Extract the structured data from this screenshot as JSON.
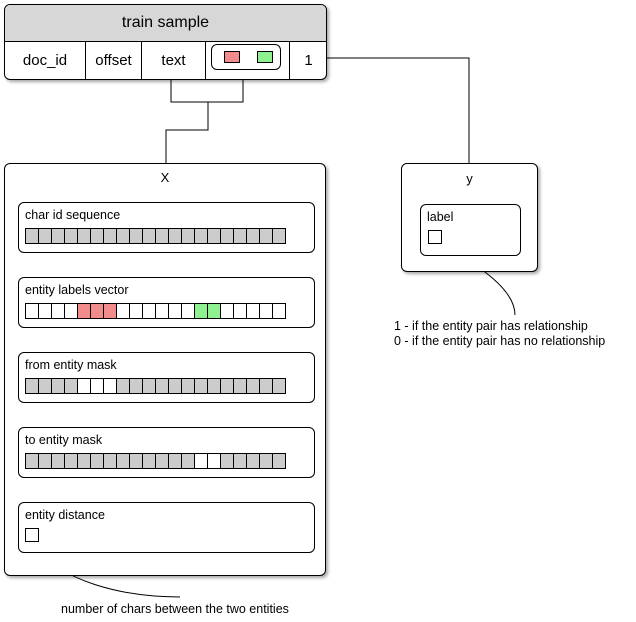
{
  "train_sample": {
    "title": "train sample",
    "fields": [
      "doc_id",
      "offset",
      "text"
    ],
    "label_value": "1"
  },
  "x_box": {
    "title": "X",
    "char_id_sequence": {
      "label": "char id sequence",
      "cells": [
        "g",
        "g",
        "g",
        "g",
        "g",
        "g",
        "g",
        "g",
        "g",
        "g",
        "g",
        "g",
        "g",
        "g",
        "g",
        "g",
        "g",
        "g",
        "g",
        "g"
      ]
    },
    "entity_labels_vector": {
      "label": "entity labels vector",
      "cells": [
        "w",
        "w",
        "w",
        "w",
        "r",
        "r",
        "r",
        "w",
        "w",
        "w",
        "w",
        "w",
        "w",
        "gr",
        "gr",
        "w",
        "w",
        "w",
        "w",
        "w"
      ]
    },
    "from_entity_mask": {
      "label": "from entity mask",
      "cells": [
        "g",
        "g",
        "g",
        "g",
        "w",
        "w",
        "w",
        "g",
        "g",
        "g",
        "g",
        "g",
        "g",
        "g",
        "g",
        "g",
        "g",
        "g",
        "g",
        "g"
      ]
    },
    "to_entity_mask": {
      "label": "to entity mask",
      "cells": [
        "g",
        "g",
        "g",
        "g",
        "g",
        "g",
        "g",
        "g",
        "g",
        "g",
        "g",
        "g",
        "g",
        "w",
        "w",
        "g",
        "g",
        "g",
        "g",
        "g"
      ]
    },
    "entity_distance": {
      "label": "entity distance"
    }
  },
  "y_box": {
    "title": "y",
    "label_box": "label"
  },
  "notes": {
    "relationship": [
      "1 - if the entity pair has relationship",
      "0 - if the entity pair has no relationship"
    ],
    "distance": "number of chars between the two entities"
  },
  "colors": {
    "gray": "#cccccc",
    "white": "#ffffff",
    "red": "#f28b8b",
    "green": "#8ef08e",
    "title_bar": "#d7d7d7"
  }
}
